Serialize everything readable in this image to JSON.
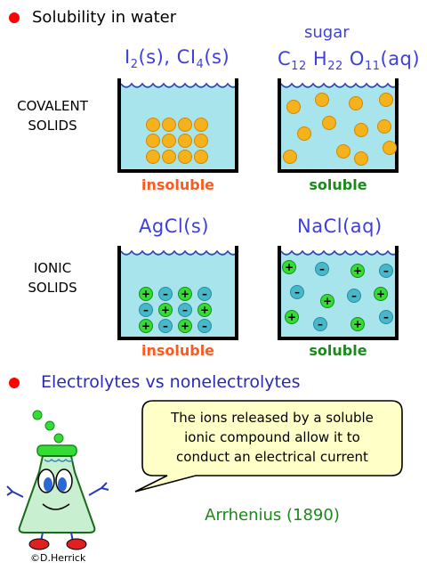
{
  "heading1": "Solubility in water",
  "heading2": "Electrolytes vs nonelectrolytes",
  "rows": [
    {
      "label_line1": "COVALENT",
      "label_line2": "SOLIDS"
    },
    {
      "label_line1": "IONIC",
      "label_line2": "SOLIDS"
    }
  ],
  "beakers": [
    {
      "formula_html": "I<sub>2</sub>(s), CI<sub>4</sub>(s)",
      "status": "insoluble"
    },
    {
      "top_note": "sugar",
      "formula_html": "C<sub>12</sub> H<sub>22</sub> O<sub>11</sub>(aq)",
      "status": "soluble"
    },
    {
      "formula_html": "AgCl(s)",
      "status": "insoluble"
    },
    {
      "formula_html": "NaCl(aq)",
      "status": "soluble"
    }
  ],
  "ion_signs": {
    "positive": "+",
    "negative": "–"
  },
  "speech_bubble": {
    "line1": "The ions released by a soluble",
    "line2": "ionic compound allow it to",
    "line3": "conduct an electrical current"
  },
  "credit": "Arrhenius (1890)",
  "copyright": "©D.Herrick",
  "colors": {
    "bullet": "#ff0000",
    "water": "#a8e4ec",
    "molecule": "#f5b21c",
    "cation": "#33dd33",
    "anion": "#45b9c9",
    "insoluble": "#ff5a1e",
    "soluble": "#1a8a1a",
    "bubble": "#ffffc8"
  }
}
